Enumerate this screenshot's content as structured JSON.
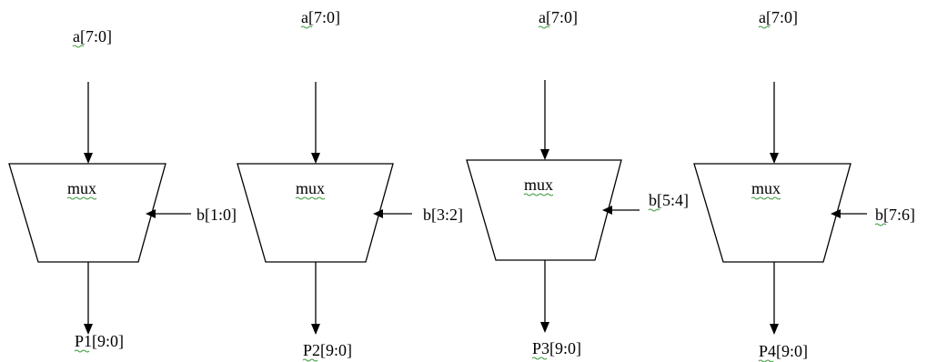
{
  "units": [
    {
      "input_a": "a[7:0]",
      "mux_label": "mux",
      "select": "b[1:0]",
      "output": "P1[9:0]"
    },
    {
      "input_a": "a[7:0]",
      "mux_label": "mux",
      "select": "b[3:2]",
      "output": "P2[9:0]"
    },
    {
      "input_a": "a[7:0]",
      "mux_label": "mux",
      "select": "b[5:4]",
      "output": "P3[9:0]"
    },
    {
      "input_a": "a[7:0]",
      "mux_label": "mux",
      "select": "b[7:6]",
      "output": "P4[9:0]"
    }
  ],
  "colors": {
    "line": "#000000",
    "background": "#ffffff",
    "spellcheck_underline": "#3a9a3a"
  }
}
